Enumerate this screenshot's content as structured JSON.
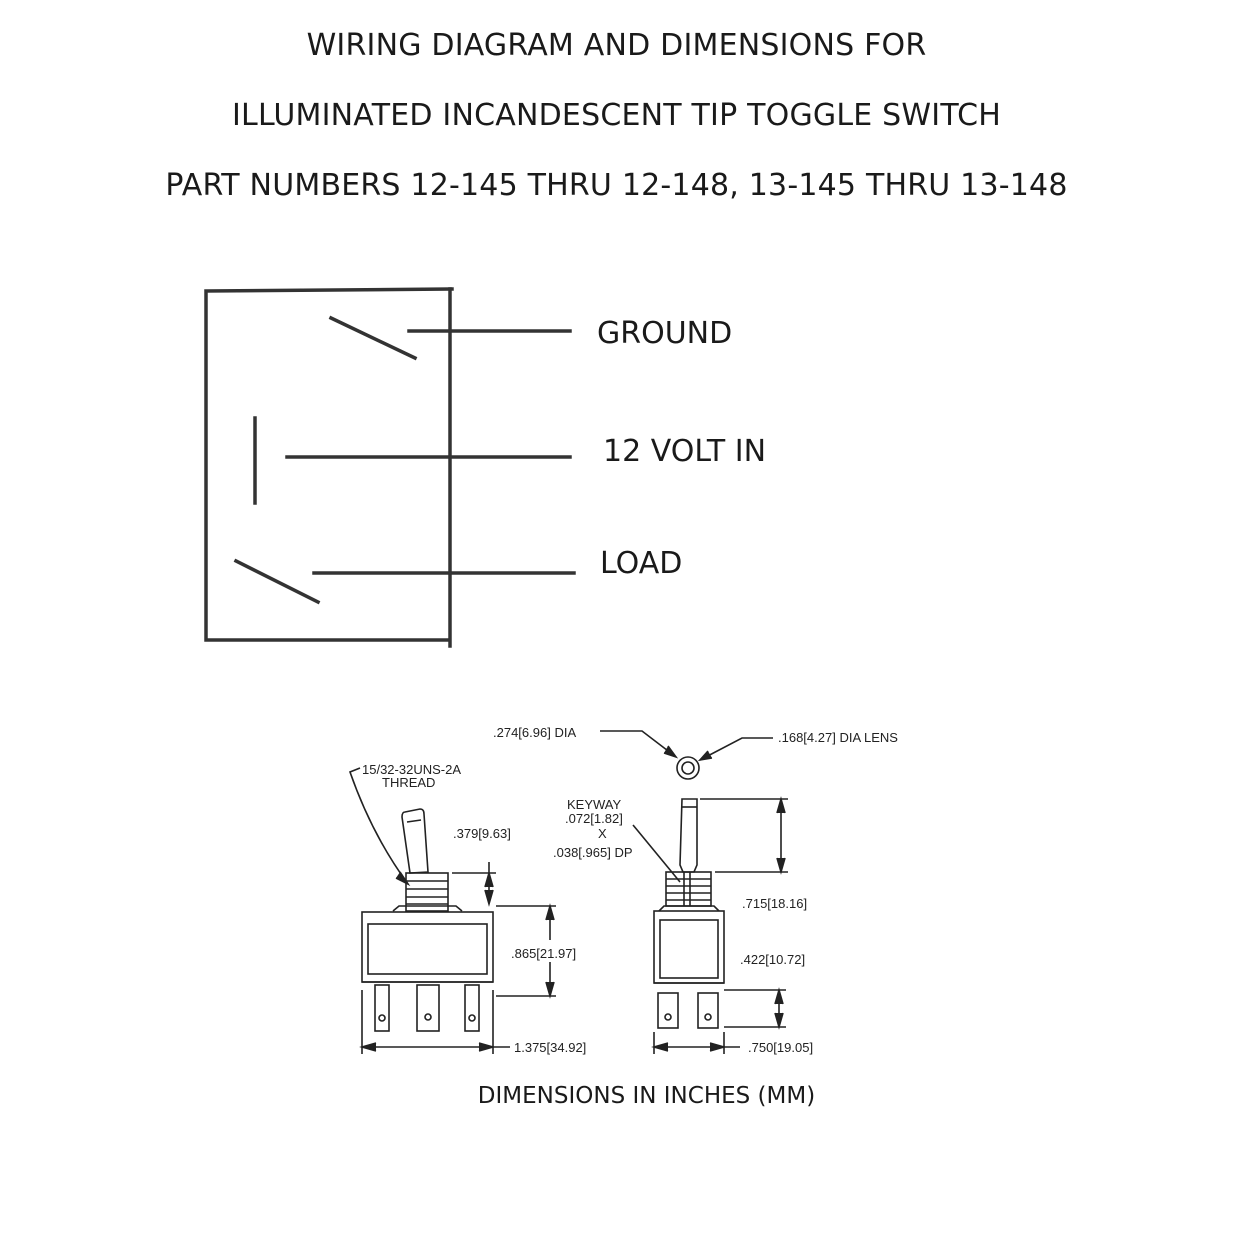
{
  "title": {
    "line1": "WIRING DIAGRAM AND DIMENSIONS FOR",
    "line2": "ILLUMINATED INCANDESCENT TIP TOGGLE SWITCH",
    "line3": "PART NUMBERS 12-145 THRU 12-148, 13-145 THRU 13-148"
  },
  "wiring": {
    "ground": "GROUND",
    "volt_in": "12 VOLT IN",
    "load": "LOAD"
  },
  "dimensions": {
    "tip_dia": ".274[6.96] DIA",
    "lens_dia": ".168[4.27] DIA LENS",
    "thread_1": "15/32-32UNS-2A",
    "thread_2": "THREAD",
    "keyway_1": "KEYWAY",
    "keyway_2": ".072[1.82]",
    "keyway_3": "X",
    "keyway_4": ".038[.965] DP",
    "bushing_height": ".379[9.63]",
    "body_height": ".865[21.97]",
    "body_width": "1.375[34.92]",
    "lever_length": ".715[18.16]",
    "terminal_length": ".422[10.72]",
    "side_width": ".750[19.05]"
  },
  "footer": {
    "note": "DIMENSIONS IN INCHES (MM)"
  }
}
